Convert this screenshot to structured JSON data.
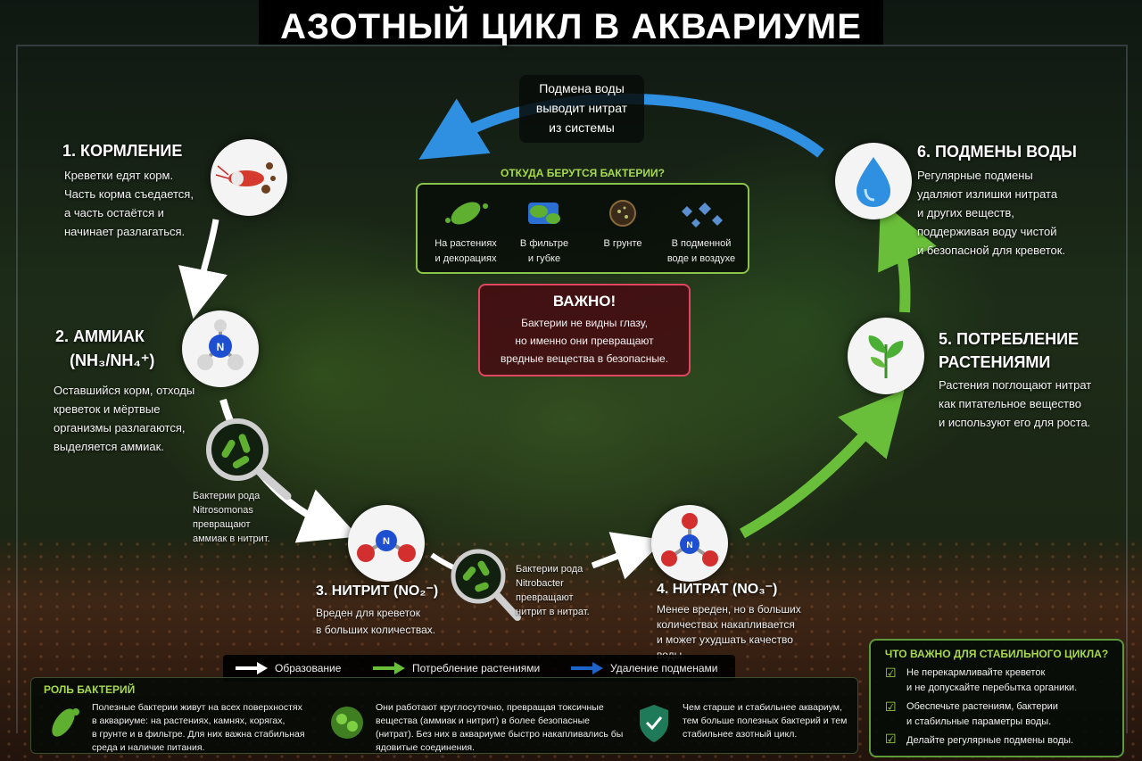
{
  "title": "АЗОТНЫЙ ЦИКЛ В АКВАРИУМЕ",
  "steps": {
    "feeding": {
      "heading": "1. КОРМЛЕНИЕ",
      "lines": [
        "Креветки едят корм.",
        "Часть корма съедается,",
        "а часть остаётся и",
        "начинает разлагаться."
      ]
    },
    "ammonia": {
      "heading": "2. АММИАК",
      "formula": "(NH₃/NH₄⁺)",
      "lines": [
        "Оставшийся корм, отходы",
        "креветок и мёртвые",
        "организмы разлагаются,",
        "выделяется аммиак."
      ],
      "atom_label": "N"
    },
    "nitrite": {
      "heading": "3. НИТРИТ (NO₂⁻)",
      "lines": [
        "Вреден для креветок",
        "в больших количествах."
      ],
      "atom_label": "N"
    },
    "nitrate": {
      "heading": "4. НИТРАТ (NO₃⁻)",
      "lines": [
        "Менее вреден, но в больших",
        "количествах накапливается",
        "и может ухудшать качество",
        "воды."
      ],
      "atom_label": "N"
    },
    "plants": {
      "heading_lines": [
        "5. ПОТРЕБЛЕНИЕ",
        "РАСТЕНИЯМИ"
      ],
      "lines": [
        "Растения поглощают нитрат",
        "как питательное вещество",
        "и используют его для роста."
      ]
    },
    "water_change": {
      "heading": "6. ПОДМЕНЫ ВОДЫ",
      "lines": [
        "Регулярные подмены",
        "удаляют излишки нитрата",
        "и других веществ,",
        "поддерживая воду чистой",
        "и безопасной для креветок."
      ]
    }
  },
  "bacteria_notes": {
    "nitrosomonas": [
      "Бактерии рода",
      "Nitrosomonas",
      "превращают",
      "аммиак в нитрит."
    ],
    "nitrobacter": [
      "Бактерии рода",
      "Nitrobacter",
      "превращают",
      "нитрит в нитрат."
    ]
  },
  "water_callout": [
    "Подмена воды",
    "выводит нитрат",
    "из системы"
  ],
  "sources": {
    "heading": "ОТКУДА БЕРУТСЯ БАКТЕРИИ?",
    "items": [
      {
        "lines": [
          "На растениях",
          "и декорациях"
        ],
        "icon": "leaf-bacteria-icon"
      },
      {
        "lines": [
          "В фильтре",
          "и губке"
        ],
        "icon": "filter-sponge-icon"
      },
      {
        "lines": [
          "В грунте",
          ""
        ],
        "icon": "substrate-icon"
      },
      {
        "lines": [
          "В подменной",
          "воде и воздухе"
        ],
        "icon": "water-drops-icon"
      }
    ]
  },
  "important": {
    "heading": "ВАЖНО!",
    "lines": [
      "Бактерии не видны глазу,",
      "но именно они превращают",
      "вредные вещества в безопасные."
    ]
  },
  "legend": [
    {
      "label": "Образование",
      "color": "#ffffff"
    },
    {
      "label": "Потребление растениями",
      "color": "#6abf3a"
    },
    {
      "label": "Удаление подменами",
      "color": "#1e64c8"
    }
  ],
  "roles": {
    "heading": "РОЛЬ БАКТЕРИЙ",
    "cols": [
      [
        "Полезные бактерии живут на всех поверхностях",
        "в аквариуме: на растениях, камнях, корягах,",
        "в грунте и в фильтре. Для них важна стабильная",
        "среда и наличие питания."
      ],
      [
        "Они работают круглосуточно, превращая токсичные",
        "вещества (аммиак и нитрит) в более безопасные",
        "(нитрат). Без них в аквариуме быстро накапливались бы",
        "ядовитые соединения."
      ],
      [
        "Чем старше и стабильнее аквариум,",
        "тем больше полезных бактерий и тем",
        "стабильнее азотный цикл."
      ]
    ]
  },
  "stable": {
    "heading": "ЧТО ВАЖНО ДЛЯ СТАБИЛЬНОГО ЦИКЛА?",
    "items": [
      [
        "Не перекармливайте креветок",
        "и не допускайте перебытка органики."
      ],
      [
        "Обеспечьте растениям, бактерии",
        "и стабильные параметры воды."
      ],
      [
        "Делайте регулярные подмены воды.",
        ""
      ]
    ]
  },
  "colors": {
    "accent_green": "#a6d94e",
    "blue_arrow": "#2f8fe0",
    "green_arrow": "#6abf3a",
    "important_border": "#e04660"
  }
}
